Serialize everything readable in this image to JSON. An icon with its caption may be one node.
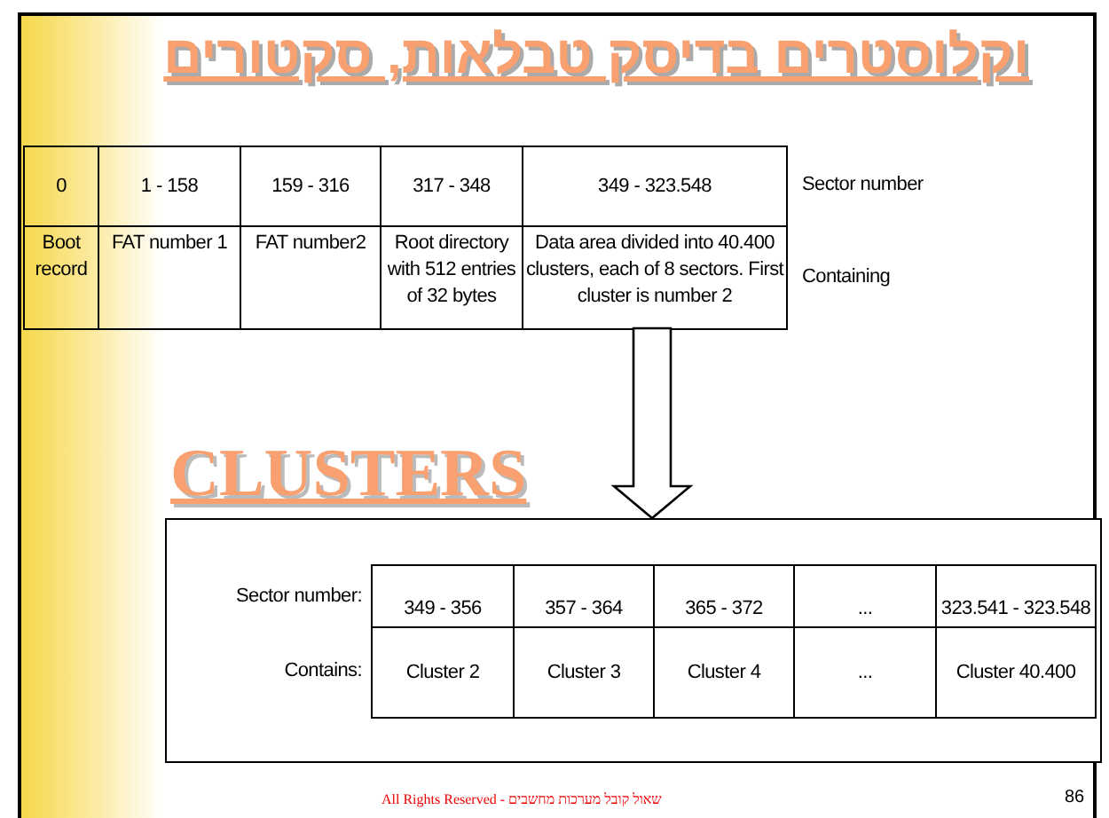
{
  "diagram": {
    "title": "וקלוסטרים בדיסק טבלאות, סקטורים",
    "nodes": [
      {
        "text": [],
        "shape": "box"
      },
      {
        "text": [
          "CLUSTERS"
        ]
      }
    ],
    "edges": [
      {
        "from": 0,
        "to": 1,
        "arrow": "to"
      }
    ],
    "labels": [
      "0",
      "1 - 158",
      "159 - 316",
      "317 - 348",
      "349 - 323.548",
      "Sector number",
      "Boot record",
      "FAT number 1",
      "FAT number2",
      "Root directory with 512 entries of 32 bytes",
      "Data area divided into 40.400 clusters, each of 8 sectors. First cluster is number 2",
      "Containing",
      "Sector number:",
      "349 - 356",
      "357 - 364",
      "365 - 372",
      "...",
      "323.541 - 323.548",
      "Contains:",
      "Cluster 2",
      "Cluster 3",
      "Cluster 4",
      "...",
      "Cluster 40.400",
      "All Rights Reserved - שאול קובל מערכות מחשבים",
      "86"
    ]
  }
}
